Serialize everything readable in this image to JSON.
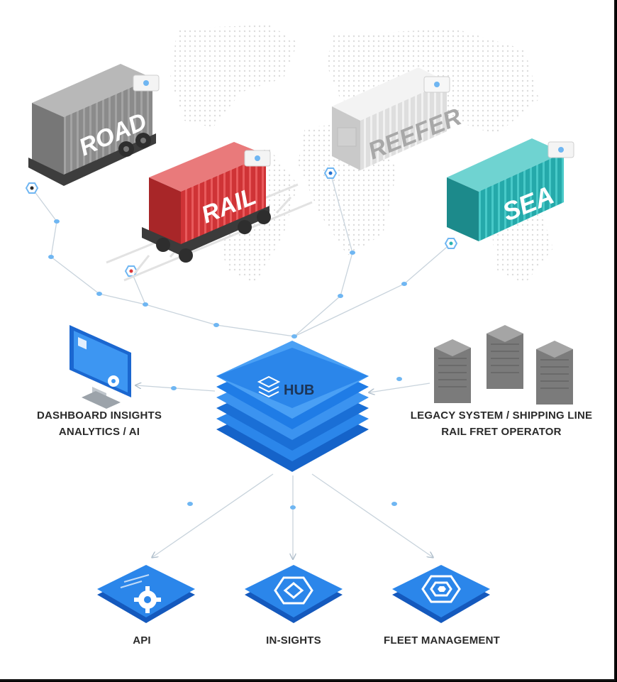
{
  "containers": {
    "road": "ROAD",
    "rail": "RAIL",
    "reefer": "REEFER",
    "sea": "SEA"
  },
  "hub": {
    "label": "HUB"
  },
  "dashboard": {
    "line1": "DASHBOARD INSIGHTS",
    "line2": "ANALYTICS / AI"
  },
  "legacy": {
    "line1": "LEGACY SYSTEM / SHIPPING LINE",
    "line2": "RAIL FRET OPERATOR"
  },
  "outputs": {
    "api": "API",
    "insights": "IN-SIGHTS",
    "fleet": "FLEET MANAGEMENT"
  },
  "colors": {
    "hub_blue": "#1f7ce6",
    "road_gray": "#8f8f8f",
    "rail_red": "#d9383b",
    "reefer_light": "#e4e4e4",
    "sea_teal": "#2bb3b3"
  }
}
